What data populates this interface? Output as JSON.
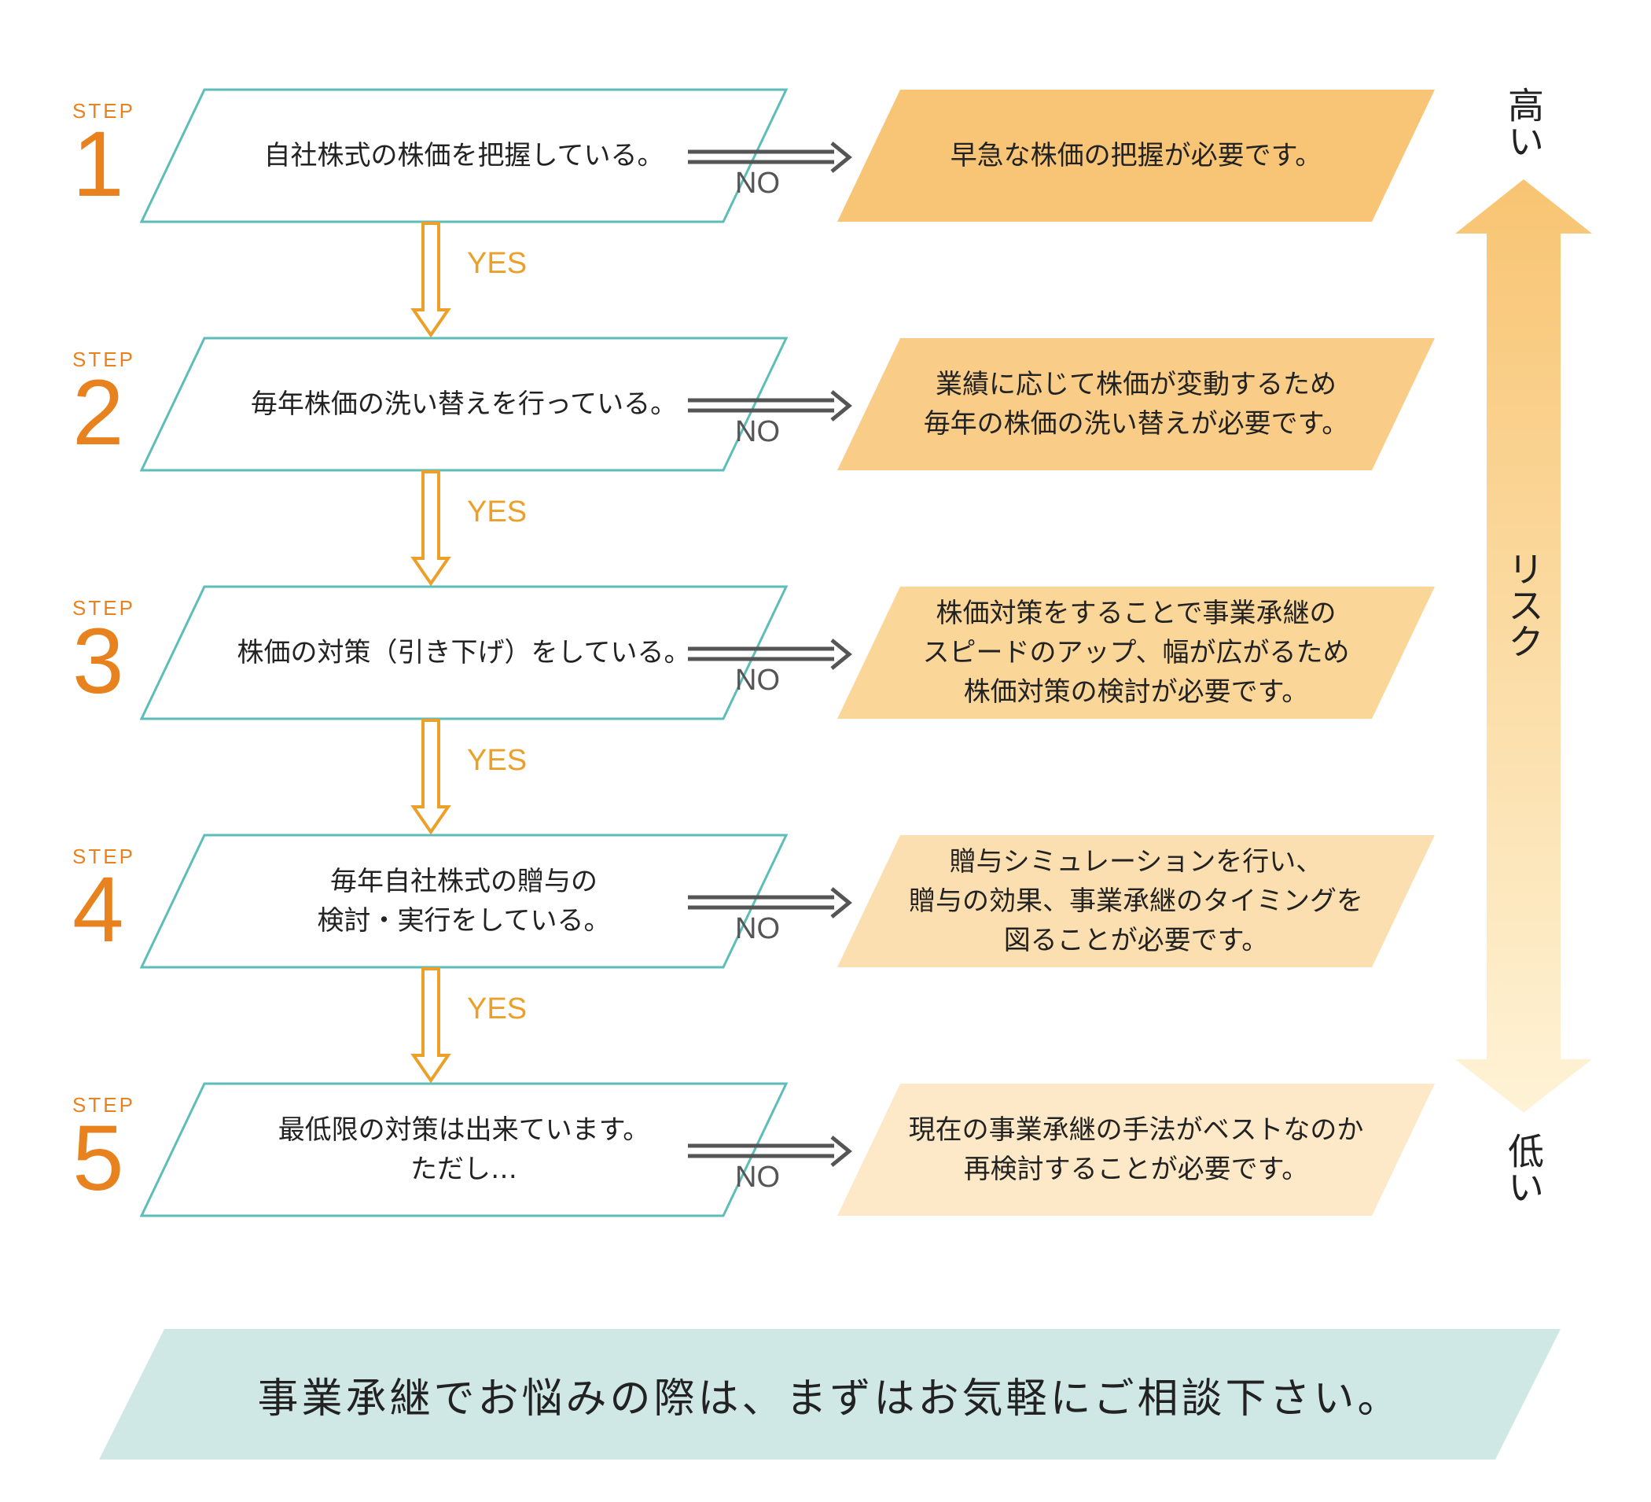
{
  "colors": {
    "accent_orange": "#e8821e",
    "yes_arrow": "#eda029",
    "no_arrow": "#555555",
    "question_border": "#5cbdb9",
    "result_fills": [
      "#f8c577",
      "#f9cd88",
      "#fbd699",
      "#fcdfb0",
      "#fde9c7"
    ],
    "risk_gradient_top": "#f8c472",
    "risk_gradient_bottom": "#fef3d6",
    "footer_fill": "#cfe7e5"
  },
  "steps": [
    {
      "label": "STEP",
      "number": "1",
      "question": [
        "自社株式の株価を把握している。"
      ],
      "yes": "YES",
      "no": "NO",
      "result": [
        "早急な株価の把握が必要です。"
      ]
    },
    {
      "label": "STEP",
      "number": "2",
      "question": [
        "毎年株価の洗い替えを行っている。"
      ],
      "yes": "YES",
      "no": "NO",
      "result": [
        "業績に応じて株価が変動するため",
        "毎年の株価の洗い替えが必要です。"
      ]
    },
    {
      "label": "STEP",
      "number": "3",
      "question": [
        "株価の対策（引き下げ）をしている。"
      ],
      "yes": "YES",
      "no": "NO",
      "result": [
        "株価対策をすることで事業承継の",
        "スピードのアップ、幅が広がるため",
        "株価対策の検討が必要です。"
      ]
    },
    {
      "label": "STEP",
      "number": "4",
      "question": [
        "毎年自社株式の贈与の",
        "検討・実行をしている。"
      ],
      "yes": "YES",
      "no": "NO",
      "result": [
        "贈与シミュレーションを行い、",
        "贈与の効果、事業承継のタイミングを",
        "図ることが必要です。"
      ]
    },
    {
      "label": "STEP",
      "number": "5",
      "question": [
        "最低限の対策は出来ています。",
        "ただし…"
      ],
      "no": "NO",
      "result": [
        "現在の事業承継の手法がベストなのか",
        "再検討することが必要です。"
      ]
    }
  ],
  "risk": {
    "high": "高い",
    "label": "リスク",
    "low": "低い"
  },
  "footer": {
    "text": "事業承継でお悩みの際は、まずはお気軽にご相談下さい。"
  }
}
